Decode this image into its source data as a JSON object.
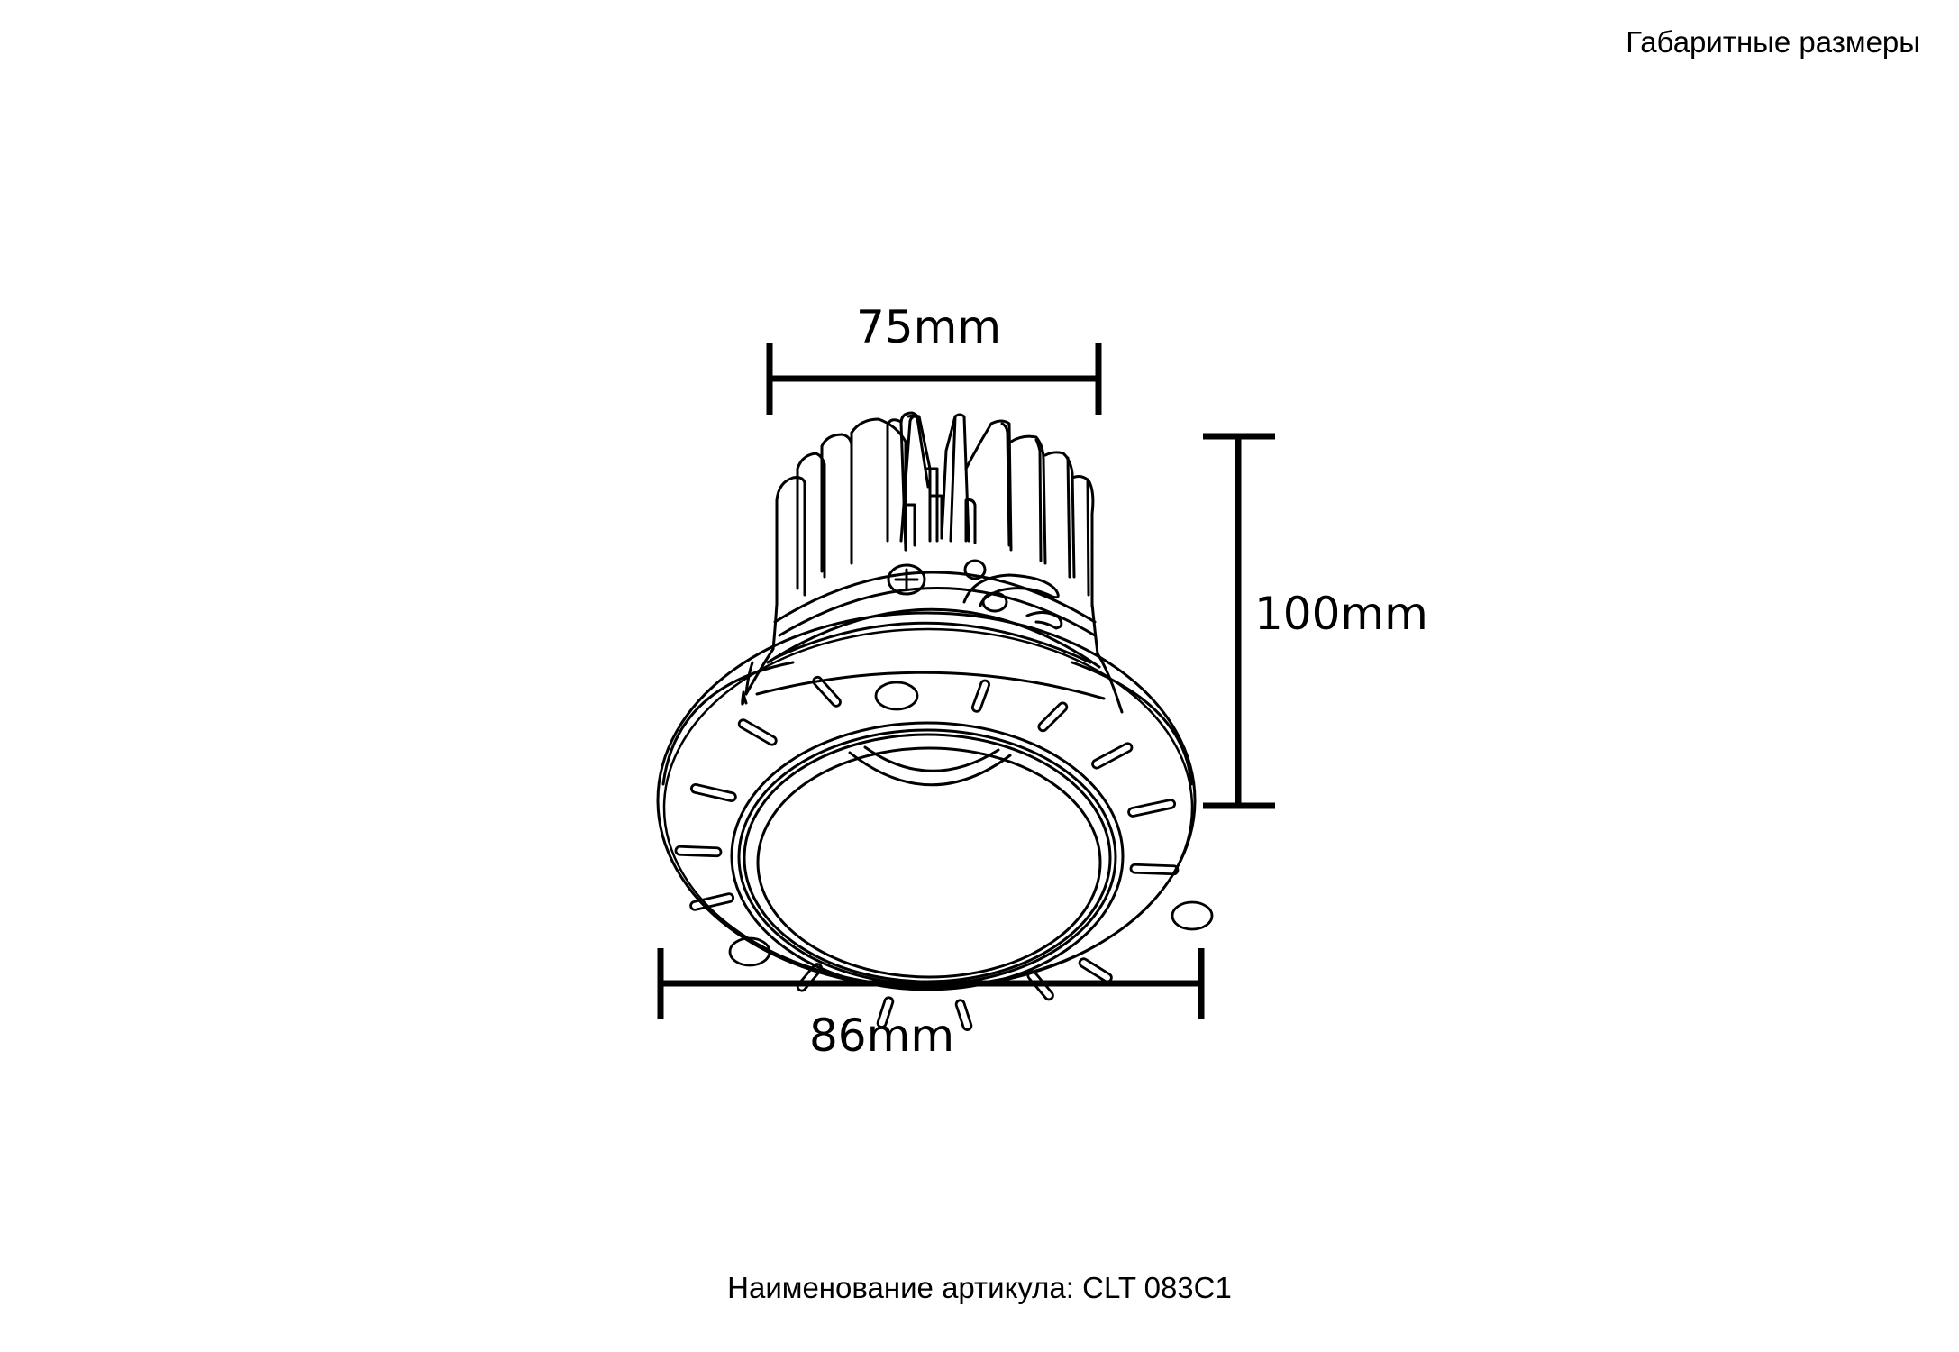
{
  "header": {
    "title": "Габаритные размеры"
  },
  "drawing": {
    "subject": "recessed-downlight",
    "dimensions": {
      "top_width": "75mm",
      "height": "100mm",
      "flange_diameter": "86mm"
    },
    "line_color": "#000000",
    "background": "#ffffff"
  },
  "footer": {
    "article_label": "Наименование артикула: CLT 083C1"
  }
}
